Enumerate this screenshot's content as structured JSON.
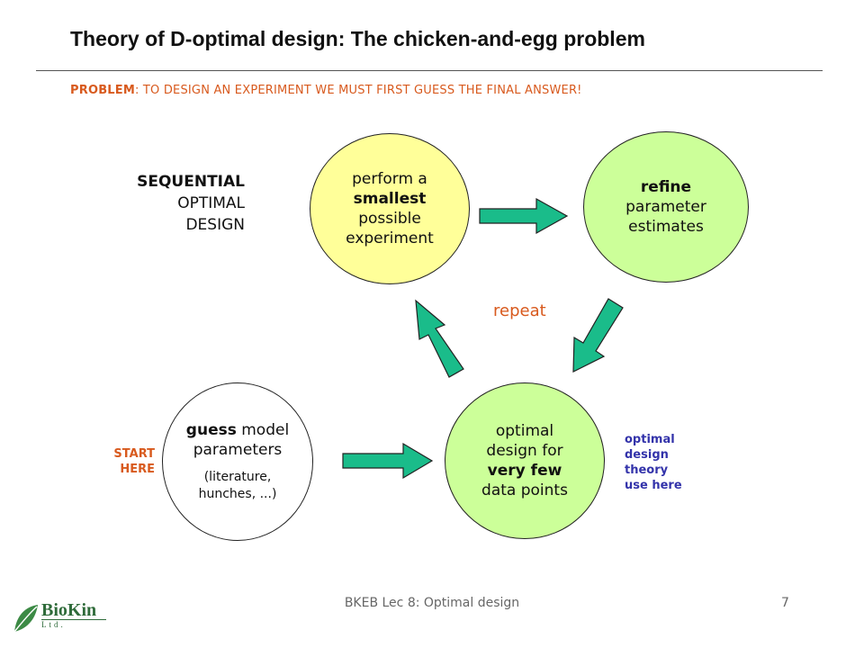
{
  "slide": {
    "title": "Theory of D-optimal design: The chicken-and-egg problem",
    "problem_label": "PROBLEM",
    "problem_text": ": TO DESIGN AN EXPERIMENT WE MUST FIRST GUESS THE FINAL ANSWER!",
    "side_label": {
      "line1": "SEQUENTIAL",
      "line2": "OPTIMAL",
      "line3": "DESIGN"
    },
    "nodes": {
      "perform": {
        "line1": "perform a",
        "line2": "smallest",
        "line3": "possible",
        "line4": "experiment"
      },
      "refine": {
        "line1": "refine",
        "line2": "parameter",
        "line3": "estimates"
      },
      "optimal": {
        "line1": "optimal",
        "line2": "design for",
        "line3": "very few",
        "line4": "data points"
      },
      "guess": {
        "bold": "guess",
        "rest": " model",
        "line2": "parameters",
        "note1": "(literature,",
        "note2": "hunches, ...)"
      }
    },
    "repeat_label": "repeat",
    "start_label": {
      "line1": "START",
      "line2": "HERE"
    },
    "theory_note": {
      "line1": "optimal",
      "line2": "design",
      "line3": "theory",
      "line4": "use here"
    },
    "footer": "BKEB Lec 8: Optimal design",
    "page_number": "7",
    "logo": {
      "name": "BioKin",
      "sub": "Ltd."
    },
    "colors": {
      "accent_orange": "#d85a1e",
      "accent_blue": "#3333aa",
      "arrow_fill": "#1abc8a",
      "node_yellow": "#ffff99",
      "node_green": "#ccff99"
    }
  }
}
